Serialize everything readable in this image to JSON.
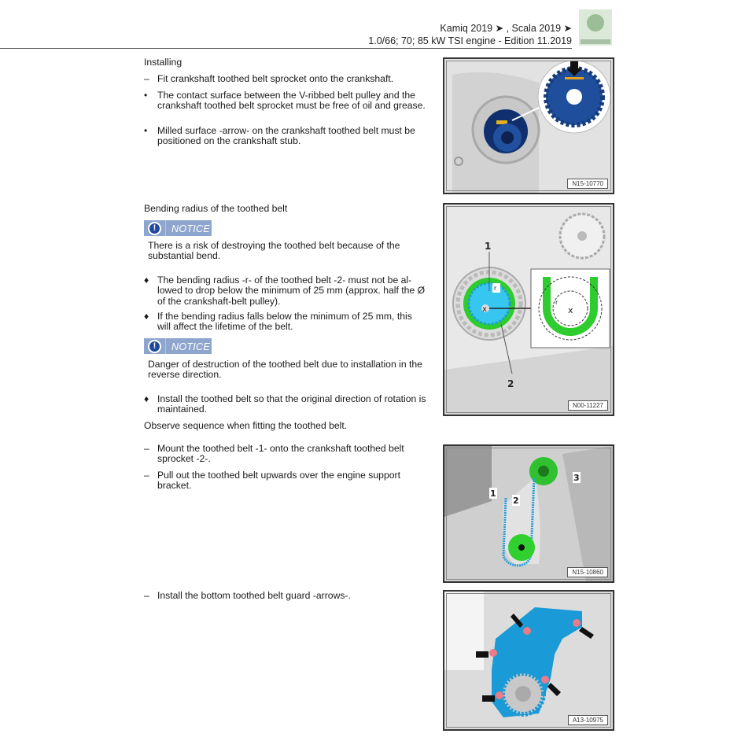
{
  "header": {
    "line1": "Kamiq 2019 ➤ , Scala 2019 ➤",
    "line2": "1.0/66; 70; 85 kW TSI engine - Edition 11.2019",
    "logo": "skoda-logo"
  },
  "sections": {
    "installing": {
      "title": "Installing",
      "items": [
        {
          "marker": "–",
          "text": "Fit crankshaft toothed belt sprocket onto the crankshaft."
        },
        {
          "marker": "•",
          "text": "The contact surface between the V-ribbed belt pulley and the crankshaft toothed belt sprocket must be free of oil and grease."
        },
        {
          "marker": "•",
          "text": "Milled surface -arrow- on the crankshaft toothed belt must be positioned on the crankshaft stub."
        }
      ]
    },
    "bending": {
      "title": "Bending radius of the toothed belt",
      "notice1": {
        "label": "NOTICE",
        "icon": "exclamation-circle-icon",
        "text": "There is a risk of destroying the toothed belt because of the substantial bend."
      },
      "items": [
        {
          "marker": "♦",
          "text": "The bending radius -r- of the toothed belt -2- must not be al-lowed to drop below the minimum of 25 mm (approx. half the Ø of the crankshaft-belt pulley)."
        },
        {
          "marker": "♦",
          "text": "If the bending radius falls below the minimum of 25 mm, this will affect the lifetime of the belt."
        }
      ],
      "notice2": {
        "label": "NOTICE",
        "icon": "exclamation-circle-icon",
        "text": "Danger of destruction of the toothed belt due to installation in the reverse direction."
      },
      "item_after": {
        "marker": "♦",
        "text": "Install the toothed belt so that the original direction of rotation is maintained."
      }
    },
    "sequence": {
      "intro": "Observe sequence when fitting the toothed belt.",
      "items": [
        {
          "marker": "–",
          "text": "Mount the toothed belt -1- onto the crankshaft toothed belt sprocket -2-."
        },
        {
          "marker": "–",
          "text": "Pull out the toothed belt upwards over the engine support bracket."
        }
      ]
    },
    "guard": {
      "items": [
        {
          "marker": "–",
          "text": "Install the bottom toothed belt guard -arrows-."
        }
      ]
    }
  },
  "figures": [
    {
      "id": "N15-10770",
      "labels": []
    },
    {
      "id": "N00-11227",
      "labels": [
        "1",
        "2",
        "r",
        "r"
      ]
    },
    {
      "id": "N15-10860",
      "labels": [
        "1",
        "2",
        "3"
      ]
    },
    {
      "id": "A13-10975",
      "labels": []
    }
  ],
  "colors": {
    "notice_bg": "#8ea5cd",
    "sprocket_blue": "#1f4e9c",
    "highlight_green": "#2ecc2e",
    "highlight_cyan": "#37c6f0",
    "guard_blue": "#1a9ad6"
  }
}
